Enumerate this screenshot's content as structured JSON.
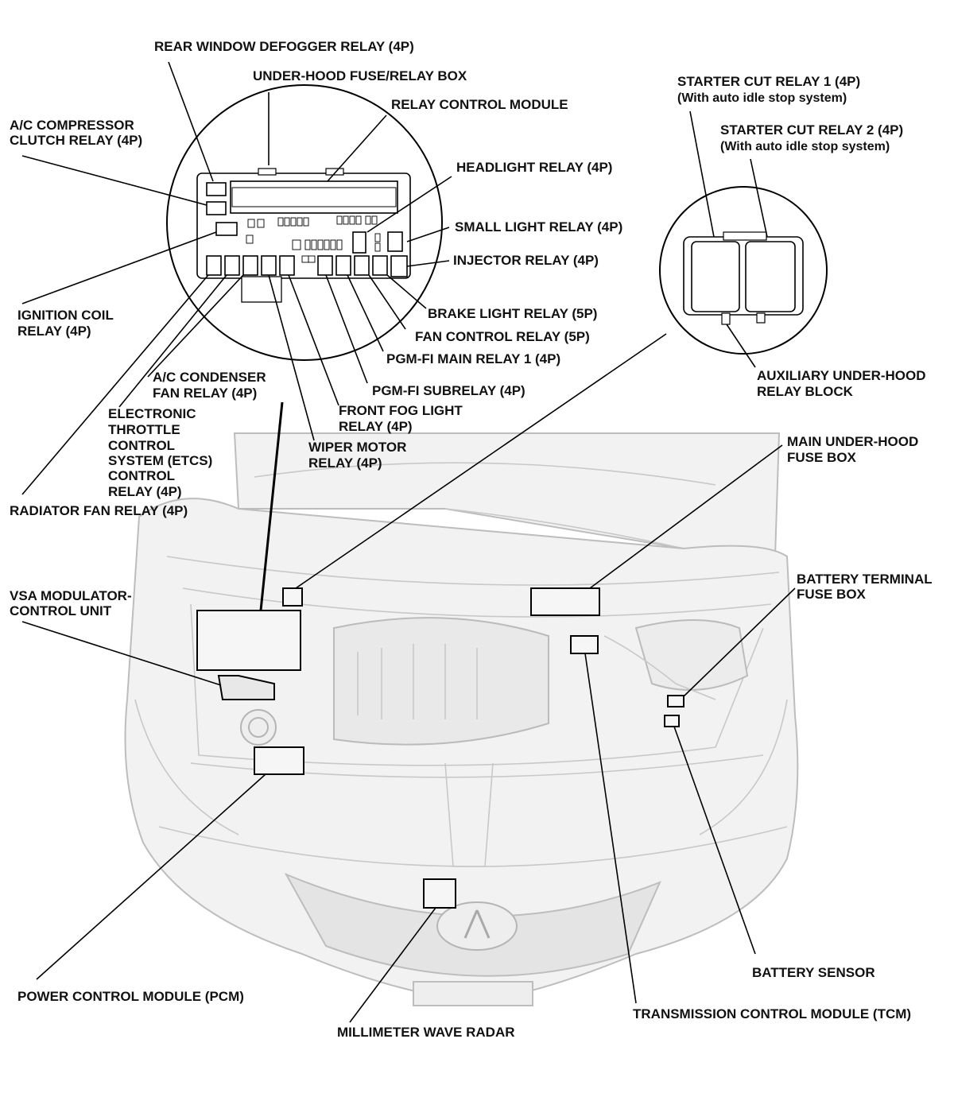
{
  "labels": {
    "rear_window_defogger": "REAR WINDOW DEFOGGER RELAY (4P)",
    "under_hood_fuse_relay_box": "UNDER-HOOD FUSE/RELAY BOX",
    "relay_control_module": "RELAY CONTROL MODULE",
    "ac_compressor_1": "A/C COMPRESSOR",
    "ac_compressor_2": "CLUTCH RELAY (4P)",
    "headlight_relay": "HEADLIGHT RELAY (4P)",
    "small_light_relay": "SMALL LIGHT RELAY (4P)",
    "injector_relay": "INJECTOR RELAY (4P)",
    "ignition_coil_1": "IGNITION COIL",
    "ignition_coil_2": "RELAY (4P)",
    "brake_light_relay": "BRAKE LIGHT RELAY (5P)",
    "fan_control_relay": "FAN CONTROL RELAY (5P)",
    "pgmfi_main_relay": "PGM-FI MAIN RELAY 1 (4P)",
    "pgmfi_subrelay": "PGM-FI SUBRELAY (4P)",
    "ac_condenser_1": "A/C CONDENSER",
    "ac_condenser_2": "FAN RELAY (4P)",
    "front_fog_1": "FRONT FOG LIGHT",
    "front_fog_2": "RELAY (4P)",
    "etcs_1": "ELECTRONIC",
    "etcs_2": "THROTTLE",
    "etcs_3": "CONTROL",
    "etcs_4": "SYSTEM (ETCS)",
    "etcs_5": "CONTROL",
    "etcs_6": "RELAY (4P)",
    "wiper_motor_1": "WIPER MOTOR",
    "wiper_motor_2": "RELAY (4P)",
    "radiator_fan_relay": "RADIATOR FAN RELAY (4P)",
    "starter_cut_1_a": "STARTER CUT RELAY 1 (4P)",
    "starter_cut_1_b": "(With auto idle stop system)",
    "starter_cut_2_a": "STARTER CUT RELAY 2 (4P)",
    "starter_cut_2_b": "(With auto idle stop system)",
    "aux_relay_block_1": "AUXILIARY UNDER-HOOD",
    "aux_relay_block_2": "RELAY BLOCK",
    "main_fuse_box_1": "MAIN UNDER-HOOD",
    "main_fuse_box_2": "FUSE BOX",
    "battery_terminal_1": "BATTERY TERMINAL",
    "battery_terminal_2": "FUSE BOX",
    "vsa_1": "VSA MODULATOR-",
    "vsa_2": "CONTROL UNIT",
    "battery_sensor": "BATTERY SENSOR",
    "pcm": "POWER CONTROL MODULE (PCM)",
    "millimeter_wave_radar": "MILLIMETER WAVE RADAR",
    "tcm": "TRANSMISSION CONTROL MODULE (TCM)"
  }
}
